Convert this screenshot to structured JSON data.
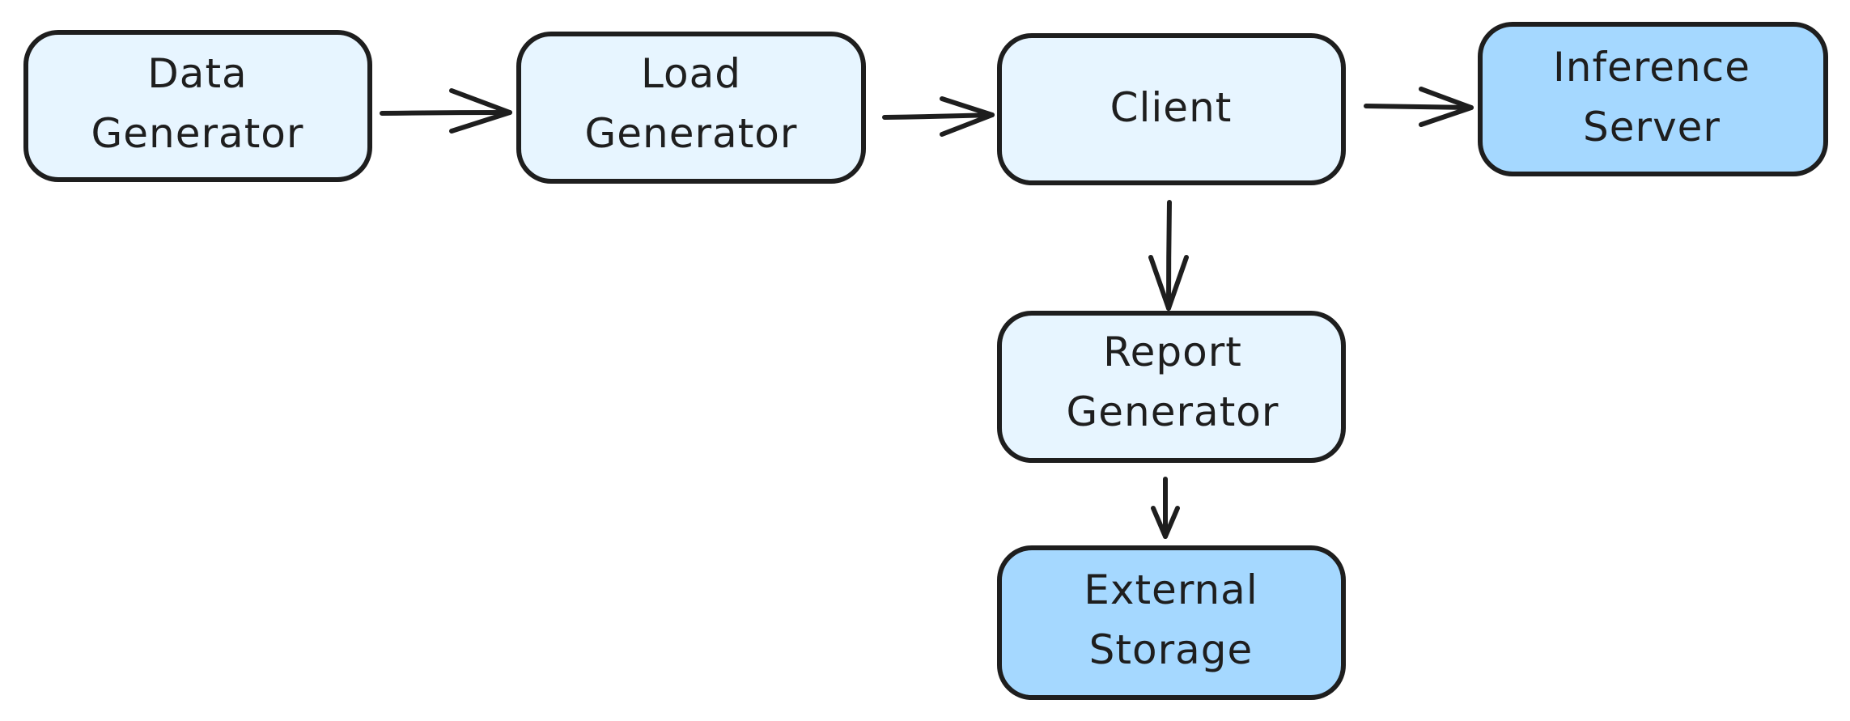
{
  "diagram": {
    "nodes": [
      {
        "id": "data-generator",
        "label_line1": "Data",
        "label_line2": "Generator",
        "style": "light"
      },
      {
        "id": "load-generator",
        "label_line1": "Load",
        "label_line2": "Generator",
        "style": "light"
      },
      {
        "id": "client",
        "label_line1": "Client",
        "label_line2": "",
        "style": "light"
      },
      {
        "id": "inference-server",
        "label_line1": "Inference",
        "label_line2": "Server",
        "style": "dark"
      },
      {
        "id": "report-generator",
        "label_line1": "Report",
        "label_line2": "Generator",
        "style": "light"
      },
      {
        "id": "external-storage",
        "label_line1": "External",
        "label_line2": "Storage",
        "style": "dark"
      }
    ],
    "edges": [
      {
        "from": "data-generator",
        "to": "load-generator"
      },
      {
        "from": "load-generator",
        "to": "client"
      },
      {
        "from": "client",
        "to": "inference-server"
      },
      {
        "from": "client",
        "to": "report-generator"
      },
      {
        "from": "report-generator",
        "to": "external-storage"
      }
    ]
  },
  "colors": {
    "light_fill": "#e7f5ff",
    "dark_fill": "#a5d8ff",
    "stroke": "#1e1e1e"
  }
}
